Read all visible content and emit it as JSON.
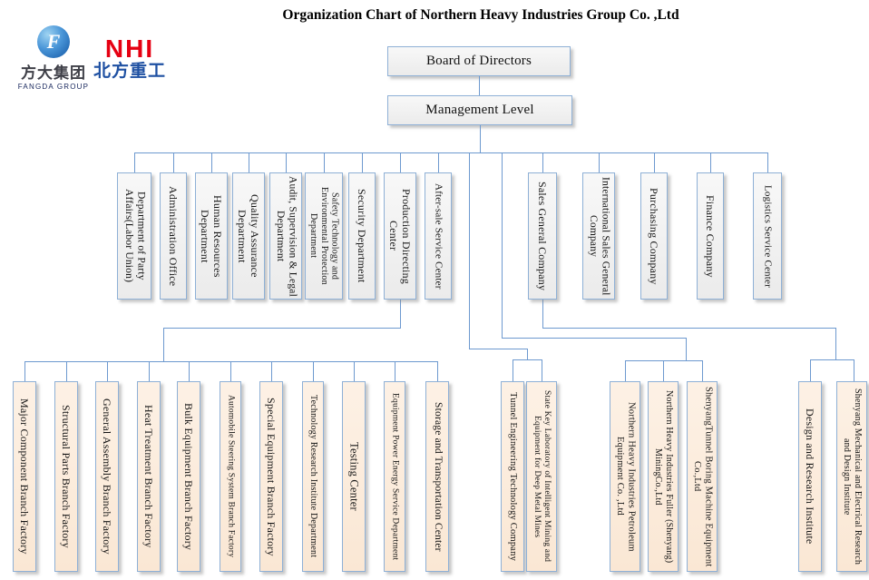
{
  "title": "Organization Chart of Northern Heavy Industries  Group Co. ,Ltd",
  "logos": {
    "fangda": {
      "monogram": "F",
      "chinese": "方大集团",
      "english": "FANGDA GROUP"
    },
    "nhi": {
      "acronym": "NHI",
      "chinese": "北方重工"
    }
  },
  "hierarchy": {
    "root": {
      "label": "Board of Directors"
    },
    "management": {
      "label": "Management Level"
    }
  },
  "departments": [
    {
      "label": "Department of Party Affairs(Labor Union)"
    },
    {
      "label": "Administration Office"
    },
    {
      "label": "Human Resources Department"
    },
    {
      "label": "Quality Assurance Department"
    },
    {
      "label": "Audit, Supervision & Legal Department"
    },
    {
      "label": "Safety Technology and Environmental Protection Department"
    },
    {
      "label": "Security Department"
    },
    {
      "label": "Production Directing Center"
    },
    {
      "label": "After-sale Service Center"
    },
    {
      "label": "Sales General Company"
    },
    {
      "label": "International Sales General Company"
    },
    {
      "label": "Purchasing Company"
    },
    {
      "label": "Finance Company"
    },
    {
      "label": "Logistics Service Center"
    }
  ],
  "subsidiaries": [
    {
      "label": "Major Component Branch Factory"
    },
    {
      "label": "Structural Parts Branch Factory"
    },
    {
      "label": "General Assembly Branch Factory"
    },
    {
      "label": "Heat Treatment Branch Factory"
    },
    {
      "label": "Bulk Equipment Branch Factory"
    },
    {
      "label": "Automobile Steering System Branch Factory"
    },
    {
      "label": "Special Equipment Branch Factory"
    },
    {
      "label": "Technology Research Institute Department"
    },
    {
      "label": "Testing Center"
    },
    {
      "label": "Equipment Power Energy Service Department"
    },
    {
      "label": "Storage and Transportation Center"
    },
    {
      "label": "Tunnel Engineering Technology Company"
    },
    {
      "label": "State Key Laboratory of Intelligent Mining and Equipment for Deep Metal Mines"
    },
    {
      "label": "Northern Heavy Industries Petroleum Equipment Co. ,Ltd"
    },
    {
      "label": "Northern Heavy Industries Fuller (Shenyang) MiningCo.,Ltd"
    },
    {
      "label": "ShenyangTunnel Boring Machine Equipment Co.,Ltd"
    },
    {
      "label": "Design and Research Institute"
    },
    {
      "label": "Shenyang Mechanical and Electrical Research and Design Institute"
    }
  ],
  "colors": {
    "connector": "#6d99cf",
    "box_border": "#8eb0d6",
    "box_fill_top_row": "#f2f2f2",
    "box_fill_bottom_row": "#fcebdb",
    "nhi_red": "#e60012",
    "nhi_blue": "#1e50a2",
    "fangda_blue": "#1256a3"
  }
}
